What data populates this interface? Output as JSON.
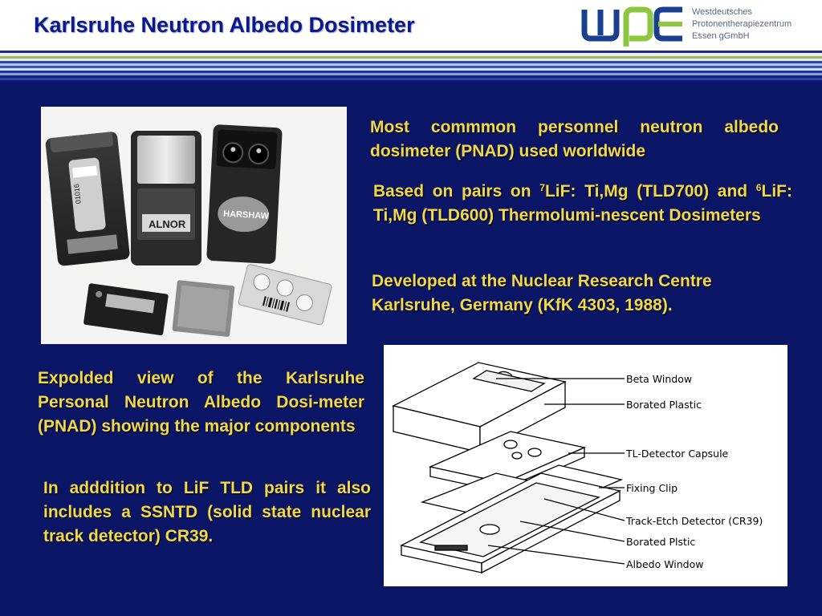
{
  "header": {
    "title": "Karlsruhe Neutron Albedo Dosimeter",
    "logo_text": "wpe",
    "logo_org_lines": [
      "Westdeutsches",
      "Protonentherapiezentrum",
      "Essen gGmbH"
    ]
  },
  "colors": {
    "background": "#0a1566",
    "title": "#0a1a8c",
    "body_text": "#f2d84b",
    "logo_blue": "#1a3f8f",
    "logo_green": "#8dc63f"
  },
  "photo": {
    "badge_labels": [
      "ALNOR",
      "HARSHAW"
    ],
    "badge_id": "01016"
  },
  "text": {
    "p1": "Most commmon personnel neutron albedo dosimeter (PNAD) used worldwide",
    "p2_a": "Based on pairs on ",
    "p2_sup1": "7",
    "p2_b": "LiF: Ti,Mg (TLD700) and ",
    "p2_sup2": "6",
    "p2_c": "LiF: Ti,Mg (TLD600) Thermolumi-nescent Dosimeters",
    "p3": "Developed at the Nuclear Research Centre Karlsruhe, Germany  (KfK 4303, 1988).",
    "p4": "Expolded view of  the Karlsruhe Personal Neutron Albedo Dosi-meter (PNAD) showing the major components",
    "p5": "In adddition to LiF TLD pairs it also includes a SSNTD (solid state nuclear track detector) CR39."
  },
  "diagram": {
    "labels": [
      "Beta Window",
      "Borated Plastic",
      "TL-Detector Capsule",
      "Fixing Clip",
      "Track-Etch Detector (CR39)",
      "Borated Plstic",
      "Albedo Window"
    ]
  }
}
